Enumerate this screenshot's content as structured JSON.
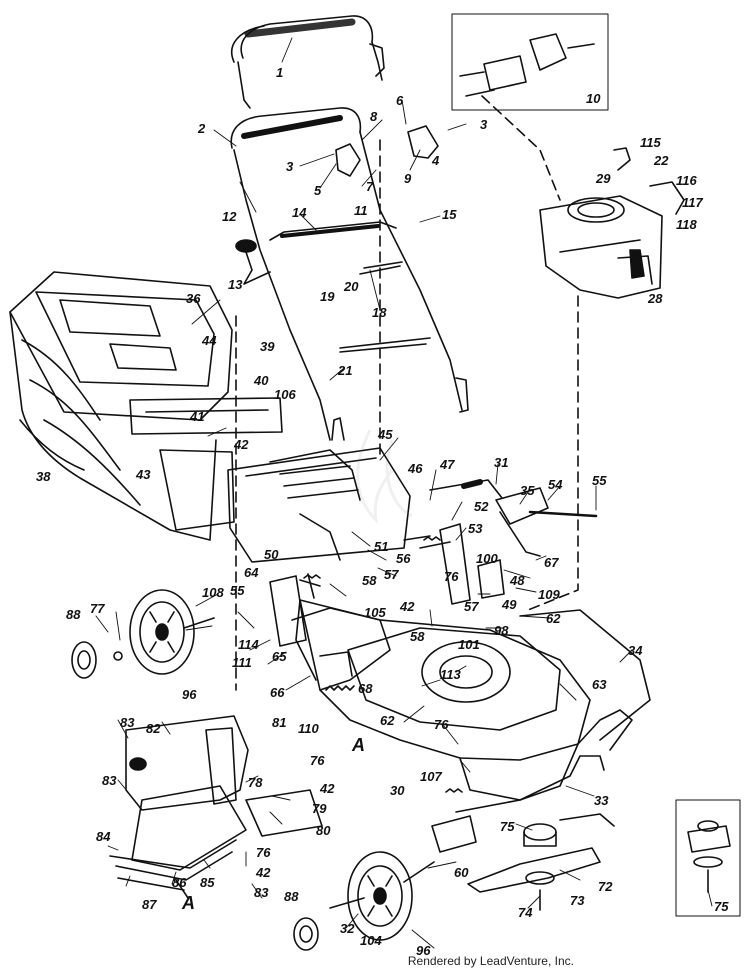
{
  "diagram": {
    "callouts": [
      {
        "id": "c1",
        "text": "1"
      },
      {
        "id": "c2",
        "text": "2"
      },
      {
        "id": "c3a",
        "text": "3"
      },
      {
        "id": "c3b",
        "text": "3"
      },
      {
        "id": "c4",
        "text": "4"
      },
      {
        "id": "c5",
        "text": "5"
      },
      {
        "id": "c6",
        "text": "6"
      },
      {
        "id": "c7",
        "text": "7"
      },
      {
        "id": "c8",
        "text": "8"
      },
      {
        "id": "c9",
        "text": "9"
      },
      {
        "id": "c10",
        "text": "10"
      },
      {
        "id": "c11",
        "text": "11"
      },
      {
        "id": "c12",
        "text": "12"
      },
      {
        "id": "c13",
        "text": "13"
      },
      {
        "id": "c14",
        "text": "14"
      },
      {
        "id": "c15",
        "text": "15"
      },
      {
        "id": "c18",
        "text": "18"
      },
      {
        "id": "c19",
        "text": "19"
      },
      {
        "id": "c20",
        "text": "20"
      },
      {
        "id": "c21",
        "text": "21"
      },
      {
        "id": "c22",
        "text": "22"
      },
      {
        "id": "c28",
        "text": "28"
      },
      {
        "id": "c29",
        "text": "29"
      },
      {
        "id": "c30",
        "text": "30"
      },
      {
        "id": "c31",
        "text": "31"
      },
      {
        "id": "c32",
        "text": "32"
      },
      {
        "id": "c33",
        "text": "33"
      },
      {
        "id": "c34",
        "text": "34"
      },
      {
        "id": "c35",
        "text": "35"
      },
      {
        "id": "c36",
        "text": "36"
      },
      {
        "id": "c38",
        "text": "38"
      },
      {
        "id": "c39",
        "text": "39"
      },
      {
        "id": "c40",
        "text": "40"
      },
      {
        "id": "c41",
        "text": "41"
      },
      {
        "id": "c42a",
        "text": "42"
      },
      {
        "id": "c42b",
        "text": "42"
      },
      {
        "id": "c42c",
        "text": "42"
      },
      {
        "id": "c42d",
        "text": "42"
      },
      {
        "id": "c43",
        "text": "43"
      },
      {
        "id": "c44",
        "text": "44"
      },
      {
        "id": "c45",
        "text": "45"
      },
      {
        "id": "c46",
        "text": "46"
      },
      {
        "id": "c47",
        "text": "47"
      },
      {
        "id": "c48",
        "text": "48"
      },
      {
        "id": "c49",
        "text": "49"
      },
      {
        "id": "c50",
        "text": "50"
      },
      {
        "id": "c51",
        "text": "51"
      },
      {
        "id": "c52",
        "text": "52"
      },
      {
        "id": "c53",
        "text": "53"
      },
      {
        "id": "c54",
        "text": "54"
      },
      {
        "id": "c55a",
        "text": "55"
      },
      {
        "id": "c55b",
        "text": "55"
      },
      {
        "id": "c56",
        "text": "56"
      },
      {
        "id": "c57a",
        "text": "57"
      },
      {
        "id": "c57b",
        "text": "57"
      },
      {
        "id": "c58a",
        "text": "58"
      },
      {
        "id": "c58b",
        "text": "58"
      },
      {
        "id": "c60",
        "text": "60"
      },
      {
        "id": "c62a",
        "text": "62"
      },
      {
        "id": "c62b",
        "text": "62"
      },
      {
        "id": "c63",
        "text": "63"
      },
      {
        "id": "c64",
        "text": "64"
      },
      {
        "id": "c65",
        "text": "65"
      },
      {
        "id": "c66",
        "text": "66"
      },
      {
        "id": "c67",
        "text": "67"
      },
      {
        "id": "c68",
        "text": "68"
      },
      {
        "id": "c72",
        "text": "72"
      },
      {
        "id": "c73",
        "text": "73"
      },
      {
        "id": "c74",
        "text": "74"
      },
      {
        "id": "c75a",
        "text": "75"
      },
      {
        "id": "c75b",
        "text": "75"
      },
      {
        "id": "c76a",
        "text": "76"
      },
      {
        "id": "c76b",
        "text": "76"
      },
      {
        "id": "c76c",
        "text": "76"
      },
      {
        "id": "c76d",
        "text": "76"
      },
      {
        "id": "c77",
        "text": "77"
      },
      {
        "id": "c78",
        "text": "78"
      },
      {
        "id": "c79",
        "text": "79"
      },
      {
        "id": "c80",
        "text": "80"
      },
      {
        "id": "c81",
        "text": "81"
      },
      {
        "id": "c82",
        "text": "82"
      },
      {
        "id": "c83a",
        "text": "83"
      },
      {
        "id": "c83b",
        "text": "83"
      },
      {
        "id": "c83c",
        "text": "83"
      },
      {
        "id": "c84",
        "text": "84"
      },
      {
        "id": "c85",
        "text": "85"
      },
      {
        "id": "c86",
        "text": "86"
      },
      {
        "id": "c87",
        "text": "87"
      },
      {
        "id": "c88a",
        "text": "88"
      },
      {
        "id": "c88b",
        "text": "88"
      },
      {
        "id": "c96a",
        "text": "96"
      },
      {
        "id": "c96b",
        "text": "96"
      },
      {
        "id": "c98",
        "text": "98"
      },
      {
        "id": "c100",
        "text": "100"
      },
      {
        "id": "c101",
        "text": "101"
      },
      {
        "id": "c104",
        "text": "104"
      },
      {
        "id": "c105",
        "text": "105"
      },
      {
        "id": "c106",
        "text": "106"
      },
      {
        "id": "c107",
        "text": "107"
      },
      {
        "id": "c108",
        "text": "108"
      },
      {
        "id": "c109",
        "text": "109"
      },
      {
        "id": "c110",
        "text": "110"
      },
      {
        "id": "c111",
        "text": "111"
      },
      {
        "id": "c113",
        "text": "113"
      },
      {
        "id": "c114",
        "text": "114"
      },
      {
        "id": "c115",
        "text": "115"
      },
      {
        "id": "c116",
        "text": "116"
      },
      {
        "id": "c117",
        "text": "117"
      },
      {
        "id": "c118",
        "text": "118"
      },
      {
        "id": "cA1",
        "text": "A"
      },
      {
        "id": "cA2",
        "text": "A"
      }
    ],
    "footer": "Rendered by LeadVenture, Inc.",
    "colors": {
      "ink": "#111111",
      "paper": "#ffffff",
      "watermark": "#888888"
    }
  }
}
